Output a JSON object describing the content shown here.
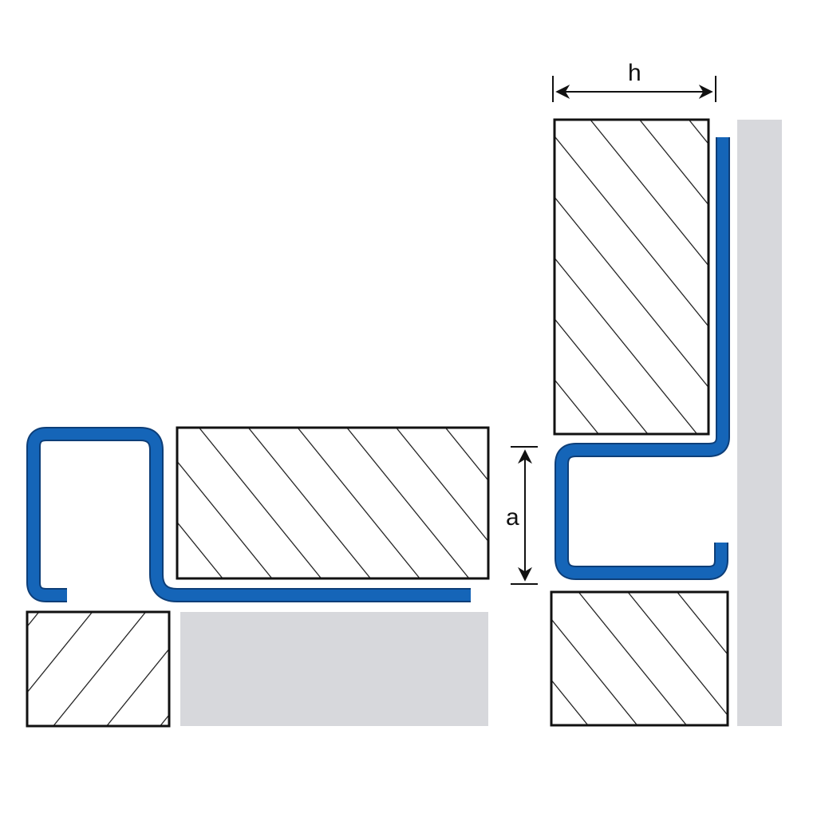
{
  "diagram": {
    "type": "technical cross-section drawing of tile edge profiles",
    "colors": {
      "profile": "#1565b8",
      "profile_outline": "#0d3e78",
      "substrate": "#d7d8dc",
      "hatch": "#111111",
      "background": "#ffffff"
    },
    "dimensions": {
      "h_label": "h",
      "a_label": "a"
    }
  }
}
